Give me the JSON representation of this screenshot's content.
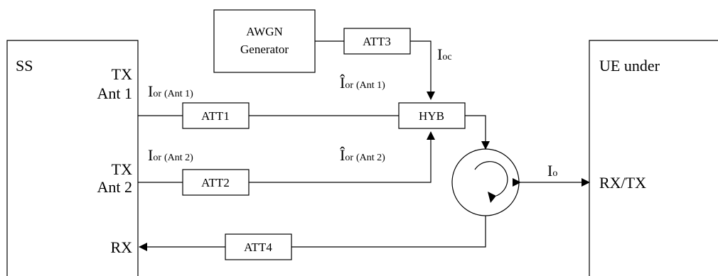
{
  "ss": {
    "label": "SS",
    "tx_ant1_line1": "TX",
    "tx_ant1_line2": "Ant 1",
    "tx_ant2_line1": "TX",
    "tx_ant2_line2": "Ant 2",
    "rx": "RX"
  },
  "ue": {
    "label": "UE under",
    "rxtx": "RX/TX"
  },
  "awgn": {
    "line1": "AWGN",
    "line2": "Generator"
  },
  "attenuators": {
    "att1": "ATT1",
    "att2": "ATT2",
    "att3": "ATT3",
    "att4": "ATT4"
  },
  "hyb": "HYB",
  "signals": {
    "ioc_main": "I",
    "ioc_sub": "oc",
    "ior_main": "I",
    "ior_hat_main": "Î",
    "ior_sub": "or",
    "ant1_suffix": "(Ant 1)",
    "ant2_suffix": "(Ant 2)",
    "io_main": "I",
    "io_sub": "o"
  }
}
